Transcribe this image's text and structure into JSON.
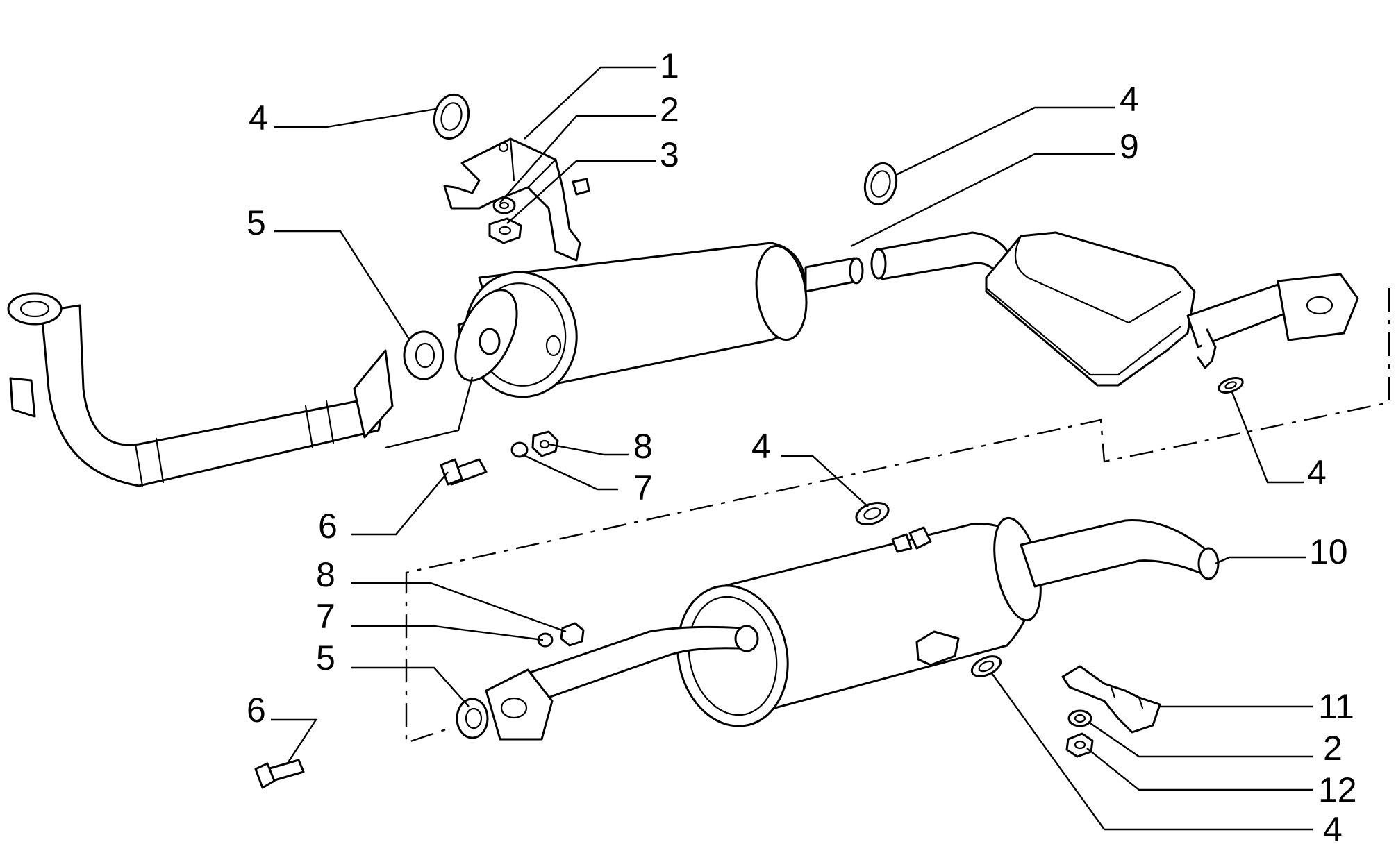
{
  "callouts": [
    {
      "id": "c1",
      "text": "1"
    },
    {
      "id": "c2a",
      "text": "2"
    },
    {
      "id": "c3",
      "text": "3"
    },
    {
      "id": "c4a",
      "text": "4"
    },
    {
      "id": "c4b",
      "text": "4"
    },
    {
      "id": "c9",
      "text": "9"
    },
    {
      "id": "c5a",
      "text": "5"
    },
    {
      "id": "c8a",
      "text": "8"
    },
    {
      "id": "c7a",
      "text": "7"
    },
    {
      "id": "c6a",
      "text": "6"
    },
    {
      "id": "c4c",
      "text": "4"
    },
    {
      "id": "c4d",
      "text": "4"
    },
    {
      "id": "c10",
      "text": "10"
    },
    {
      "id": "c8b",
      "text": "8"
    },
    {
      "id": "c7b",
      "text": "7"
    },
    {
      "id": "c5b",
      "text": "5"
    },
    {
      "id": "c6b",
      "text": "6"
    },
    {
      "id": "c11",
      "text": "11"
    },
    {
      "id": "c2b",
      "text": "2"
    },
    {
      "id": "c12",
      "text": "12"
    },
    {
      "id": "c4e",
      "text": "4"
    }
  ]
}
